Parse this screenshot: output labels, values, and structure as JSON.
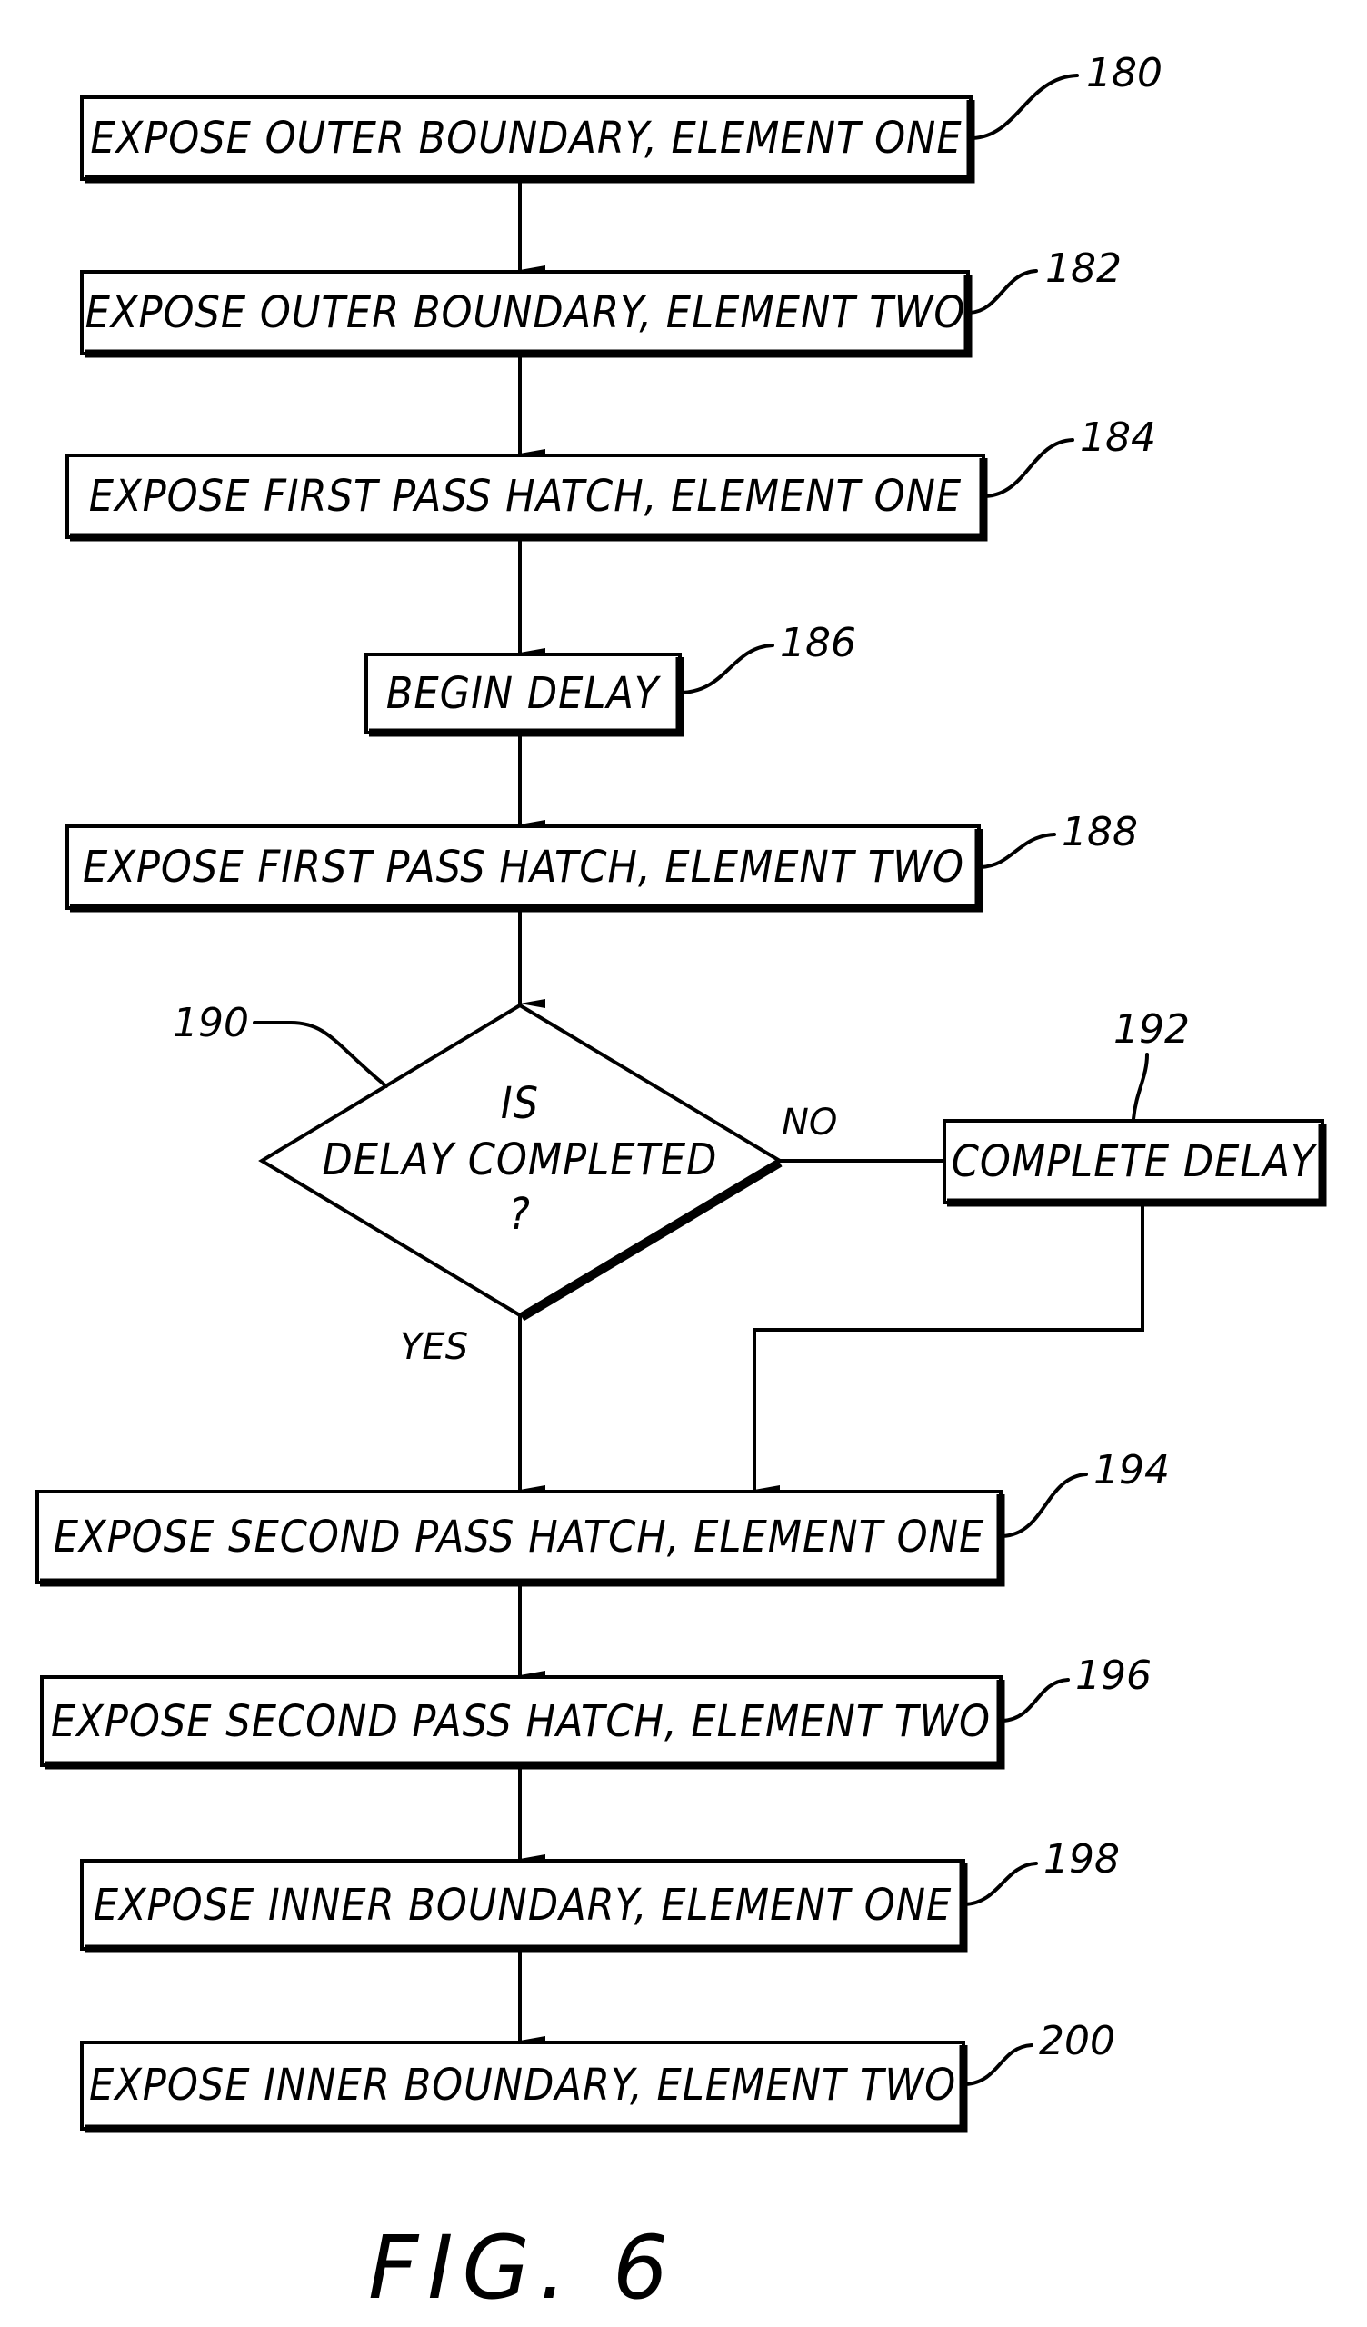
{
  "figure": {
    "caption": "FIG. 6"
  },
  "steps": [
    {
      "ref": "180",
      "text": "EXPOSE OUTER BOUNDARY, ELEMENT ONE"
    },
    {
      "ref": "182",
      "text": "EXPOSE OUTER BOUNDARY, ELEMENT TWO"
    },
    {
      "ref": "184",
      "text": "EXPOSE FIRST PASS HATCH, ELEMENT ONE"
    },
    {
      "ref": "186",
      "text": "BEGIN DELAY"
    },
    {
      "ref": "188",
      "text": "EXPOSE FIRST PASS HATCH, ELEMENT TWO"
    },
    {
      "ref": "194",
      "text": "EXPOSE SECOND PASS HATCH, ELEMENT ONE"
    },
    {
      "ref": "196",
      "text": "EXPOSE SECOND PASS HATCH, ELEMENT TWO"
    },
    {
      "ref": "198",
      "text": "EXPOSE INNER BOUNDARY, ELEMENT ONE"
    },
    {
      "ref": "200",
      "text": "EXPOSE INNER BOUNDARY, ELEMENT TWO"
    }
  ],
  "decision": {
    "ref": "190",
    "lines": [
      "IS",
      "DELAY COMPLETED",
      "?"
    ],
    "yes_label": "YES",
    "no_label": "NO"
  },
  "side_step": {
    "ref": "192",
    "text": "COMPLETE DELAY"
  }
}
